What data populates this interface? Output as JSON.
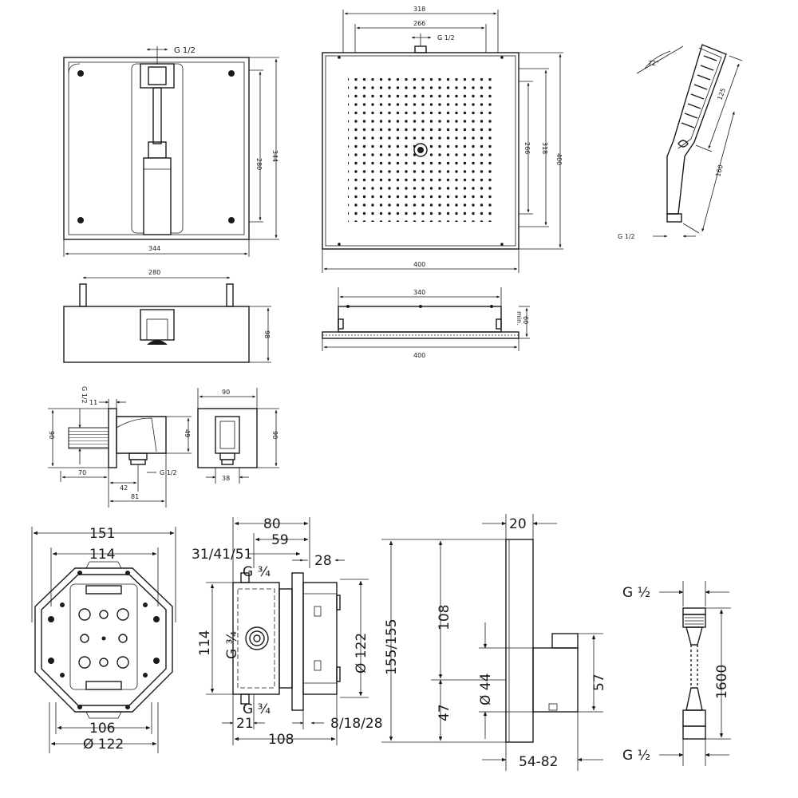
{
  "views": {
    "wall_box_top": {
      "dim_width": "344",
      "dim_height": "344",
      "dim_inner": "280",
      "thread": "G 1/2"
    },
    "wall_box_side": {
      "dim_studs": "280",
      "dim_depth": "98"
    },
    "overhead_top": {
      "dim_outer": "318",
      "dim_inner": "266",
      "thread": "G 1/2",
      "dim_side_inner": "266",
      "dim_side_outer": "318",
      "dim_height": "400",
      "dim_width": "400"
    },
    "overhead_side": {
      "dim_top": "340",
      "dim_bottom": "400",
      "dim_min": "min.",
      "dim_depth": "60"
    },
    "hand_shower": {
      "angle": "72°",
      "dim_head": "125",
      "dim_handle": "160",
      "thread": "G 1/2"
    },
    "elbow_side": {
      "thread_top": "G 1/2",
      "dim_11": "11",
      "dim_90": "90",
      "dim_49": "49",
      "dim_70": "70",
      "dim_42": "42",
      "dim_81": "81",
      "thread_bottom": "G 1/2"
    },
    "elbow_front": {
      "dim_width": "90",
      "dim_height": "90",
      "dim_38": "38"
    },
    "ibox_front": {
      "dim_151": "151",
      "dim_114": "114",
      "dim_106": "106",
      "dim_122": "Ø 122"
    },
    "ibox_side": {
      "dim_80": "80",
      "dim_59": "59",
      "dim_depths": "31/41/51",
      "dim_28": "28",
      "thread_top": "G ¾",
      "thread_mid": "G ¾",
      "thread_bottom": "G ¾",
      "dim_114": "114",
      "dim_122": "Ø 122",
      "dim_21": "21",
      "dim_8_28": "8/18/28",
      "dim_108": "108"
    },
    "thermostat_side": {
      "dim_20": "20",
      "dim_155": "155/155",
      "dim_108": "108",
      "dim_44": "Ø 44",
      "dim_47": "47",
      "dim_57": "57",
      "dim_54_82": "54-82"
    },
    "hose": {
      "thread_top": "G ½",
      "dim_length": "1600",
      "thread_bottom": "G ½"
    }
  }
}
